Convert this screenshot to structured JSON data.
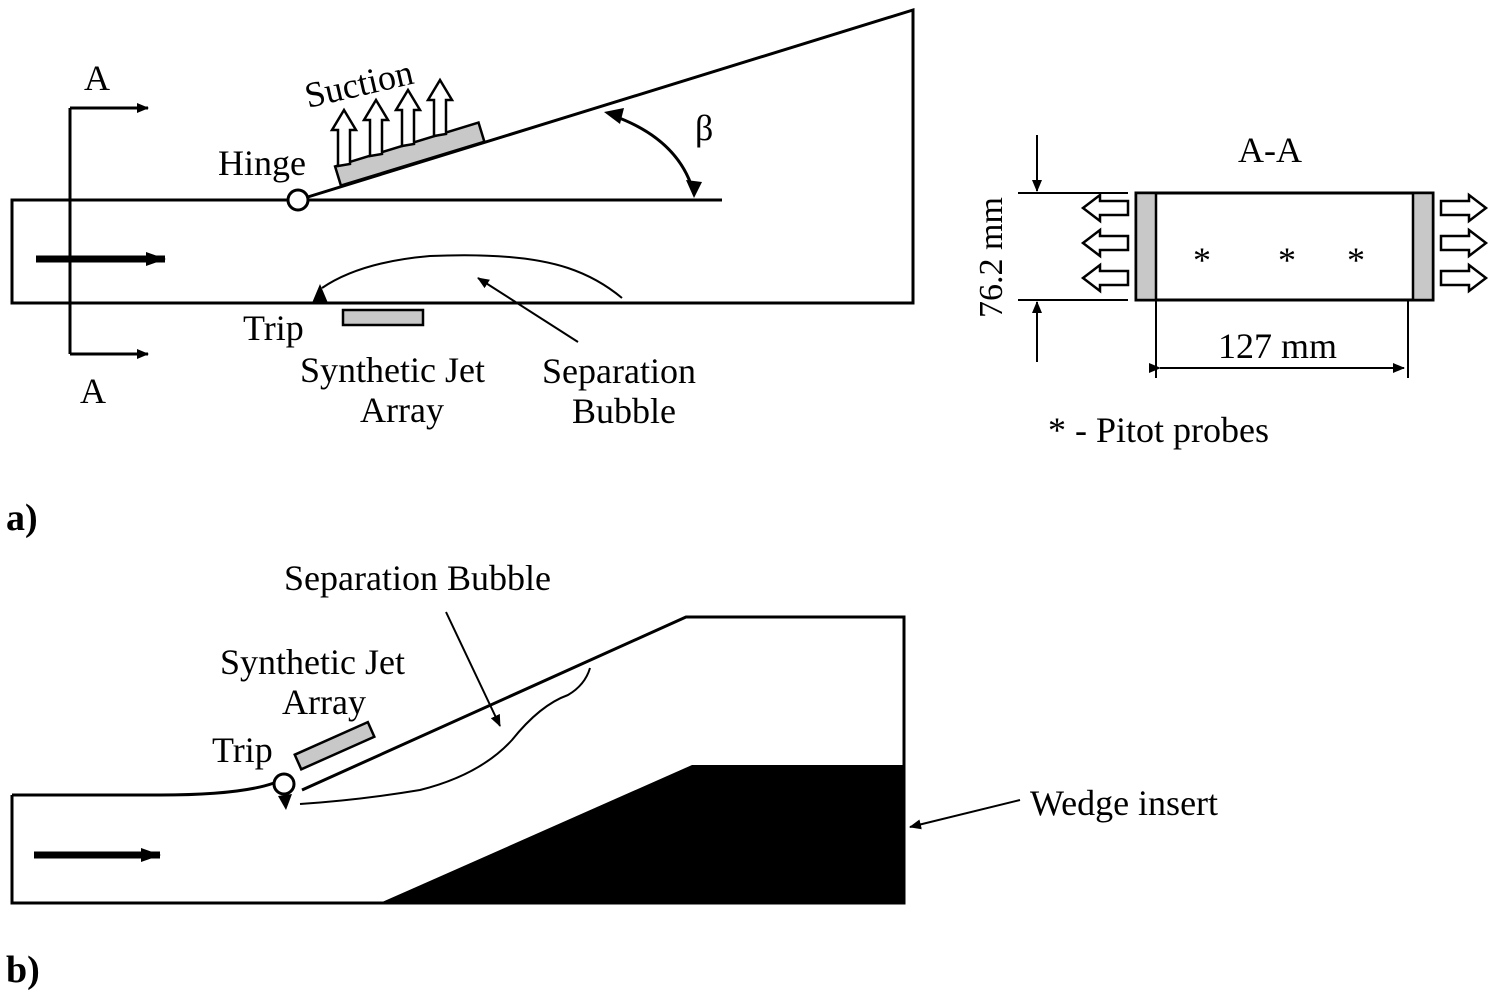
{
  "diagram_a": {
    "panel_label": "a)",
    "section_marker_top": "A",
    "section_marker_bottom": "A",
    "suction_label": "Suction",
    "hinge_label": "Hinge",
    "angle_label": "β",
    "trip_label": "Trip",
    "synthetic_jet_label_line1": "Synthetic Jet",
    "synthetic_jet_label_line2": "Array",
    "separation_label_line1": "Separation",
    "separation_label_line2": "Bubble"
  },
  "section_view": {
    "title": "A-A",
    "height_dim": "76.2 mm",
    "width_dim": "127 mm",
    "probe_symbol": "*",
    "legend": "* - Pitot probes"
  },
  "diagram_b": {
    "panel_label": "b)",
    "separation_label": "Separation Bubble",
    "synthetic_jet_label_line1": "Synthetic Jet",
    "synthetic_jet_label_line2": "Array",
    "trip_label": "Trip",
    "wedge_label": "Wedge insert"
  }
}
